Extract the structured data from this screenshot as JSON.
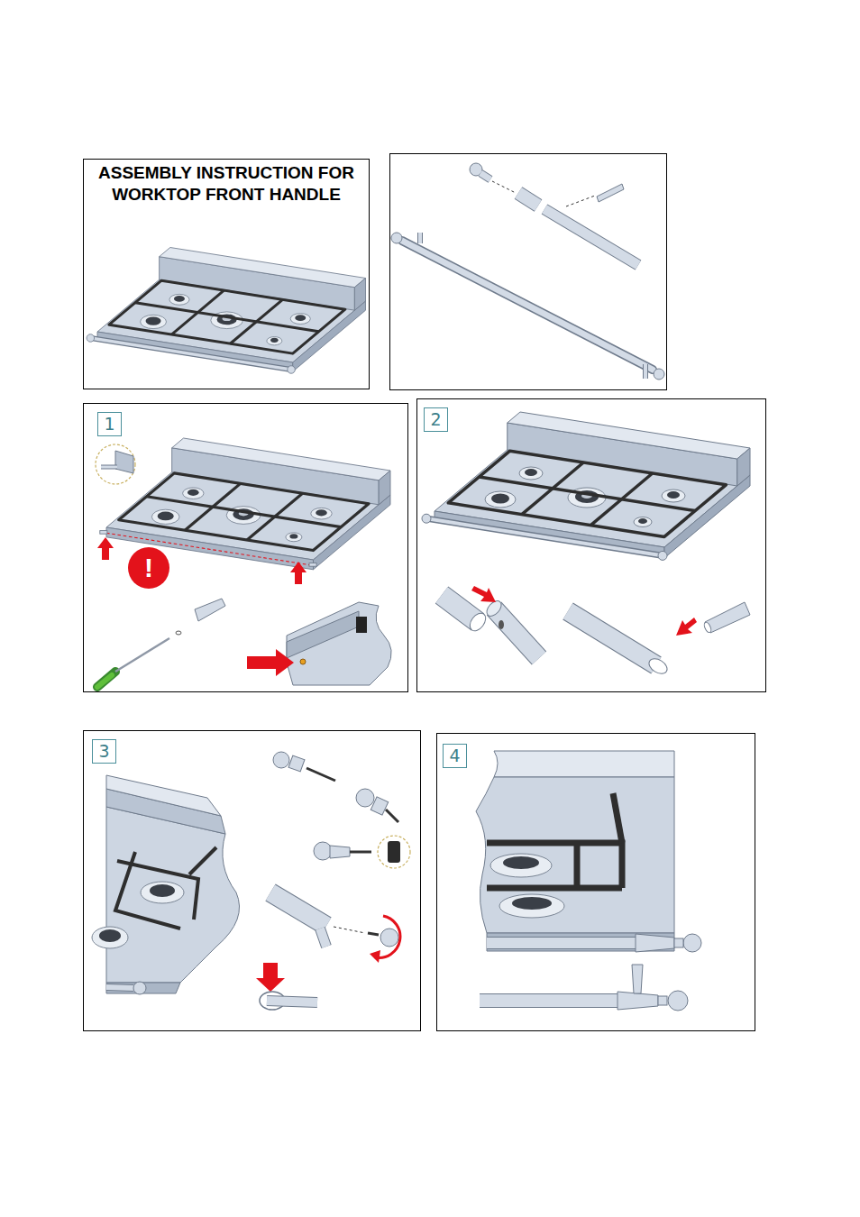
{
  "diagram": {
    "nodes": [
      {
        "text": [
          "ASSEMBLY INSTRUCTION FOR WORKTOP FRONT HANDLE"
        ]
      },
      {
        "text": [
          "1"
        ]
      },
      {
        "text": [
          "!"
        ]
      },
      {
        "text": [
          "2"
        ]
      },
      {
        "text": [
          "3"
        ]
      },
      {
        "text": [
          "4"
        ]
      }
    ]
  }
}
